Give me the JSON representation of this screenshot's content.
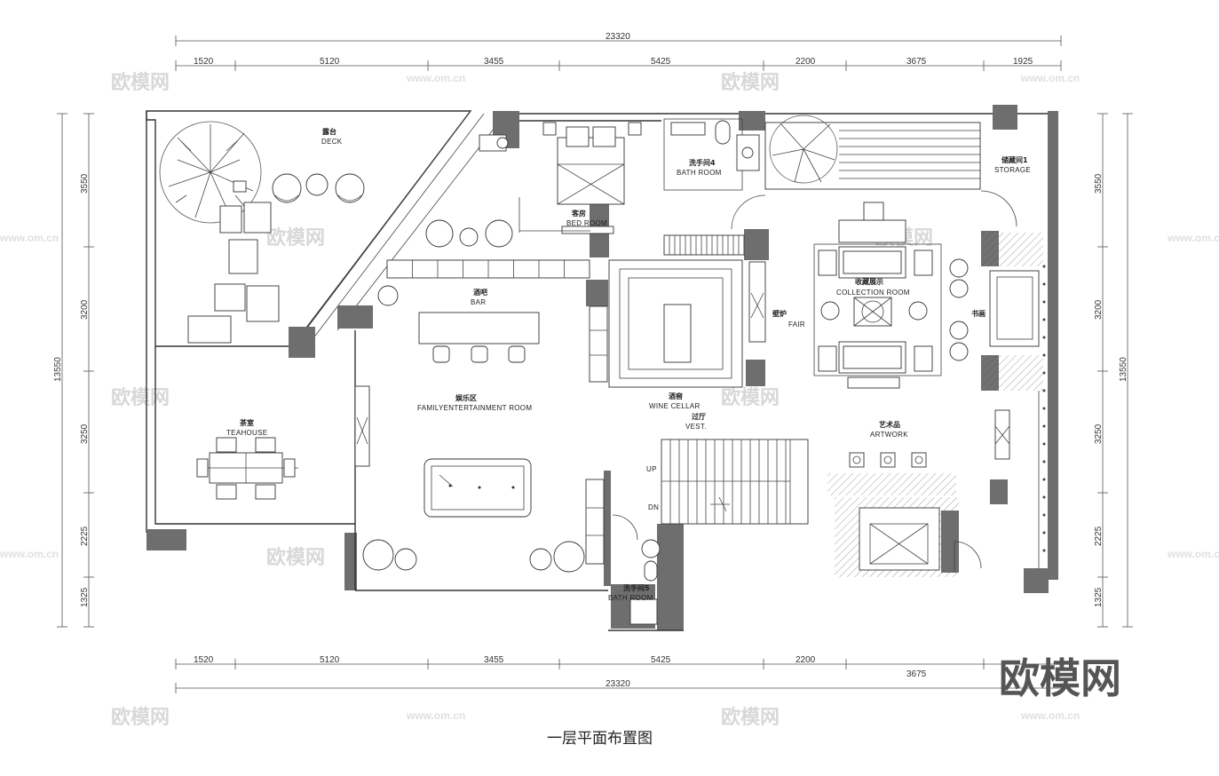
{
  "watermark": {
    "text": "欧模网",
    "url": "www.om.cn"
  },
  "logo": "欧模网",
  "caption": "一层平面布置图",
  "dimensions": {
    "total_horizontal": "23320",
    "horizontal_segments": [
      "1520",
      "5120",
      "3455",
      "5425",
      "2200",
      "3675",
      "1925"
    ],
    "total_vertical": "13550",
    "vertical_segments": [
      "3550",
      "3200",
      "3250",
      "2225",
      "1325"
    ]
  },
  "rooms": {
    "deck": {
      "cn": "露台",
      "en": "DECK"
    },
    "bedroom": {
      "cn": "客房",
      "en": "BED ROOM"
    },
    "bath_top": {
      "cn": "洗手间4",
      "en": "BATH ROOM"
    },
    "storage": {
      "cn": "储藏间1",
      "en": "STORAGE"
    },
    "bar": {
      "cn": "酒吧",
      "en": "BAR"
    },
    "collection": {
      "cn": "收藏展示",
      "en": "COLLECTION ROOM"
    },
    "fair": {
      "cn": "壁炉",
      "en": "FAIR"
    },
    "entertainment": {
      "cn": "娱乐区",
      "en": "FAMILYENTERTAINMENT  ROOM"
    },
    "teahouse": {
      "cn": "茶室",
      "en": "TEAHOUSE"
    },
    "wine": {
      "cn": "酒窖",
      "en": "WINE CELLAR"
    },
    "vest": {
      "cn": "过厅",
      "en": "VEST."
    },
    "artwork": {
      "cn": "艺术品",
      "en": "ARTWORK"
    },
    "bath_bottom": {
      "cn": "洗手间5",
      "en": "BATH ROOM"
    },
    "side_label": {
      "cn": "书画"
    }
  },
  "stairs": {
    "up": "UP",
    "down": "DN"
  }
}
